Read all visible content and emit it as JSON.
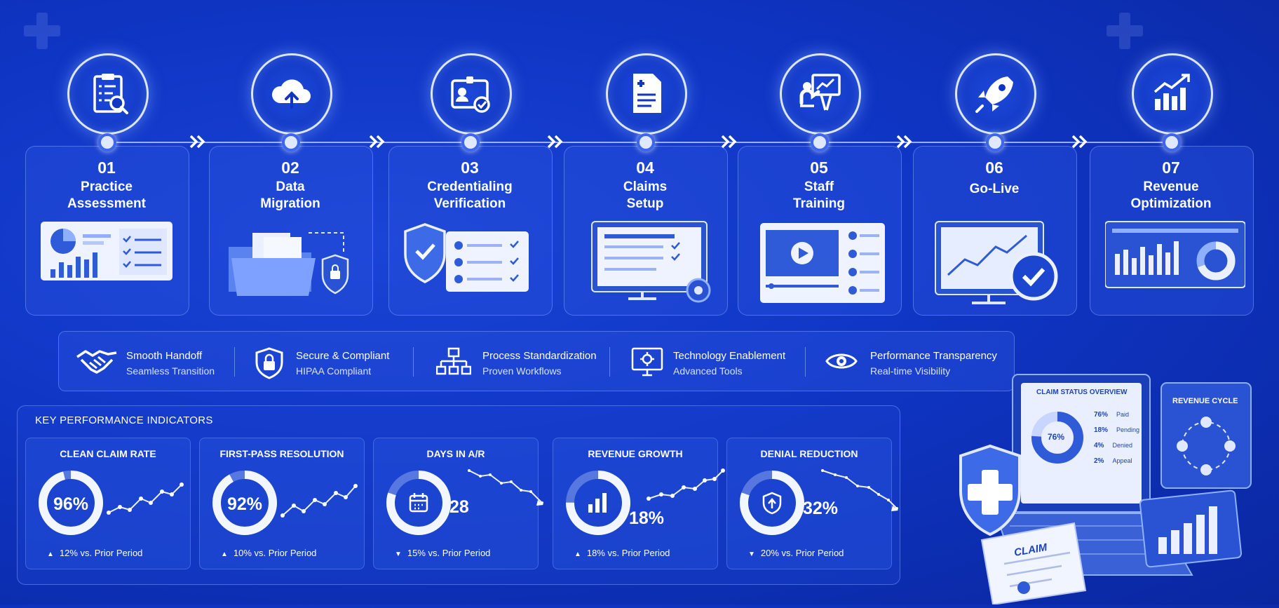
{
  "steps": [
    {
      "num": "01",
      "title_line1": "Practice",
      "title_line2": "Assessment"
    },
    {
      "num": "02",
      "title_line1": "Data",
      "title_line2": "Migration"
    },
    {
      "num": "03",
      "title_line1": "Credentialing",
      "title_line2": "Verification"
    },
    {
      "num": "04",
      "title_line1": "Claims",
      "title_line2": "Setup"
    },
    {
      "num": "05",
      "title_line1": "Staff",
      "title_line2": "Training"
    },
    {
      "num": "06",
      "title_line1": "Go-Live",
      "title_line2": ""
    },
    {
      "num": "07",
      "title_line1": "Revenue",
      "title_line2": "Optimization"
    }
  ],
  "step_icons": [
    "clipboard-search-icon",
    "cloud-upload-icon",
    "id-badge-check-icon",
    "medical-document-icon",
    "presentation-training-icon",
    "rocket-icon",
    "growth-chart-icon"
  ],
  "values": [
    {
      "title": "Smooth Handoff",
      "subtitle": "Seamless Transition",
      "icon": "handshake-icon"
    },
    {
      "title": "Secure & Compliant",
      "subtitle": "HIPAA Compliant",
      "icon": "lock-shield-icon"
    },
    {
      "title": "Process Standardization",
      "subtitle": "Proven Workflows",
      "icon": "workflow-icon"
    },
    {
      "title": "Technology Enablement",
      "subtitle": "Advanced Tools",
      "icon": "monitor-gear-icon"
    },
    {
      "title": "Performance Transparency",
      "subtitle": "Real-time Visibility",
      "icon": "eye-icon"
    }
  ],
  "kpi": {
    "heading": "KEY PERFORMANCE INDICATORS",
    "items": [
      {
        "label": "CLEAN CLAIM RATE",
        "value": "96%",
        "gauge": 0.96,
        "direction": "up",
        "change": "12% vs. Prior Period",
        "center": "value"
      },
      {
        "label": "FIRST-PASS RESOLUTION",
        "value": "92%",
        "gauge": 0.92,
        "direction": "up",
        "change": "10% vs. Prior Period",
        "center": "value"
      },
      {
        "label": "DAYS IN A/R",
        "value": "28",
        "gauge": 0.8,
        "direction": "down",
        "change": "15% vs. Prior Period",
        "center": "calendar-icon"
      },
      {
        "label": "REVENUE GROWTH",
        "value": "18%",
        "gauge": 0.75,
        "direction": "up",
        "change": "18% vs. Prior Period",
        "center": "bar-chart-icon"
      },
      {
        "label": "DENIAL REDUCTION",
        "value": "32%",
        "gauge": 0.8,
        "direction": "down",
        "change": "20% vs. Prior Period",
        "center": "shield-icon"
      }
    ]
  },
  "claim_status": {
    "title": "CLAIM STATUS OVERVIEW",
    "center": "76%",
    "rows": [
      {
        "pct": "76%",
        "label": "Paid"
      },
      {
        "pct": "18%",
        "label": "Pending"
      },
      {
        "pct": "4%",
        "label": "Denied"
      },
      {
        "pct": "2%",
        "label": "Appeal"
      }
    ]
  },
  "revenue_cycle": {
    "title": "REVENUE CYCLE"
  },
  "claim_doc": {
    "label": "CLAIM"
  },
  "colors": {
    "background": "#0f35c4",
    "accent_light": "#dfe8ff",
    "panel": "#2850dc"
  }
}
